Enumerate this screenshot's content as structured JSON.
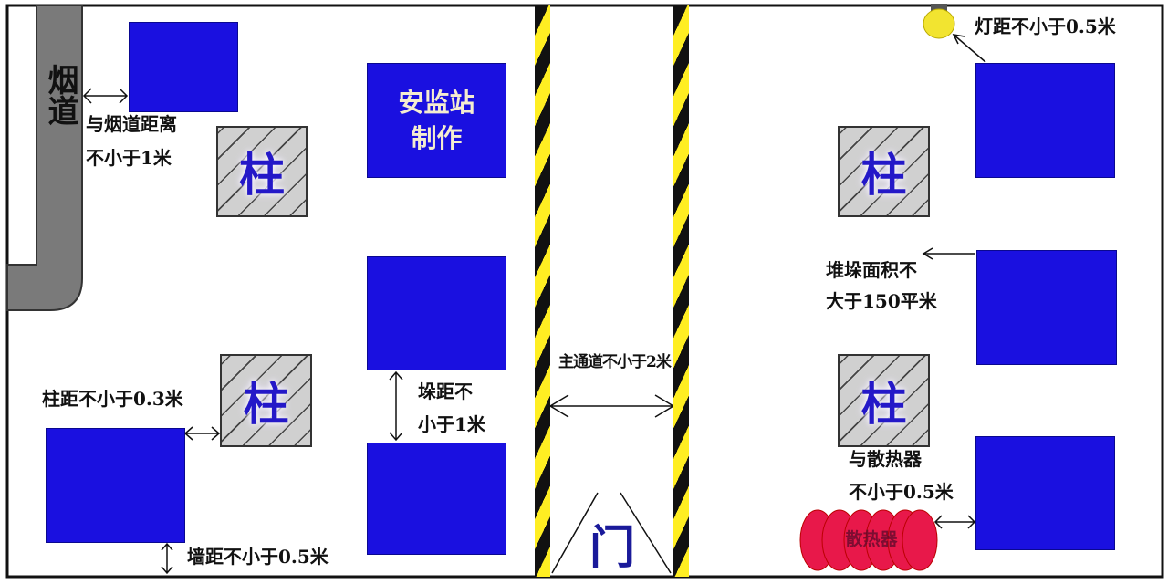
{
  "chimney": {
    "label": "烟道"
  },
  "office_block": {
    "label_line1": "安监站",
    "label_line2": "制作"
  },
  "pillar_label": "柱",
  "door_label": "门",
  "radiator_label": "散热器",
  "annotations": {
    "chimney_distance": {
      "line1": "与烟道距离",
      "line2": "不小于1米"
    },
    "pillar_distance": "柱距不小于0.3米",
    "stack_distance": {
      "line1": "垛距不",
      "line2": "小于1米"
    },
    "wall_distance": "墙距不小于0.5米",
    "main_aisle": "主通道不小于2米",
    "lamp_distance": "灯距不小于0.5米",
    "stack_area": {
      "line1": "堆垛面积不",
      "line2": "大于150平米"
    },
    "radiator_distance": {
      "line1": "与散热器",
      "line2": "不小于0.5米"
    }
  },
  "colors": {
    "stack": "#1a10e0",
    "pillar": "#d0d0d0",
    "stripe_yellow": "#ffee22",
    "stripe_black": "#111111",
    "radiator": "#e8184a",
    "lamp": "#f2e430",
    "chimney": "#7a7a7a"
  }
}
